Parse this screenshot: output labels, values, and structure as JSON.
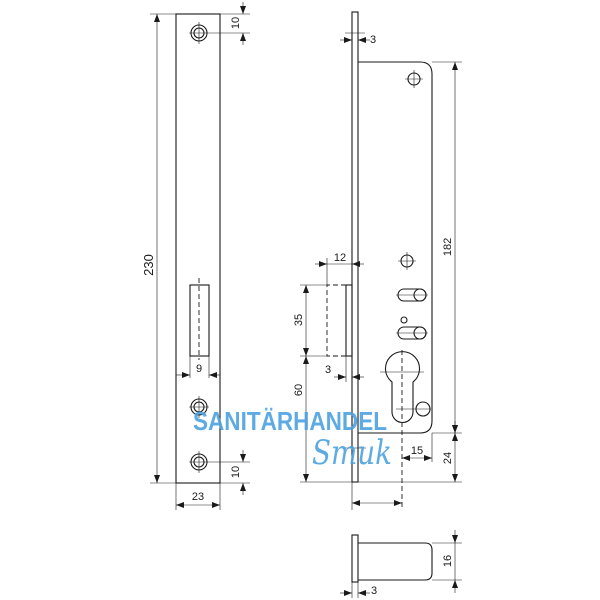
{
  "dimensions": {
    "strike_plate": {
      "length": "230",
      "width": "23",
      "hole_offset_top": "10",
      "hole_offset_bottom": "10",
      "slot_width": "9"
    },
    "lock_side": {
      "faceplate_thickness": "3",
      "body_height": "182",
      "latch_projection": "12",
      "latch_height": "35",
      "latch_offset": "3",
      "latch_to_bottom": "60",
      "cylinder_offset": "15",
      "bottom_offset": "24"
    },
    "bottom_view": {
      "height": "16",
      "faceplate_thickness": "3"
    }
  },
  "watermark": {
    "line1": "SANITÄRHANDEL",
    "line2": "Smuk",
    "color": "#4da3e0"
  },
  "colors": {
    "line": "#1a1a1a",
    "background": "#ffffff"
  }
}
